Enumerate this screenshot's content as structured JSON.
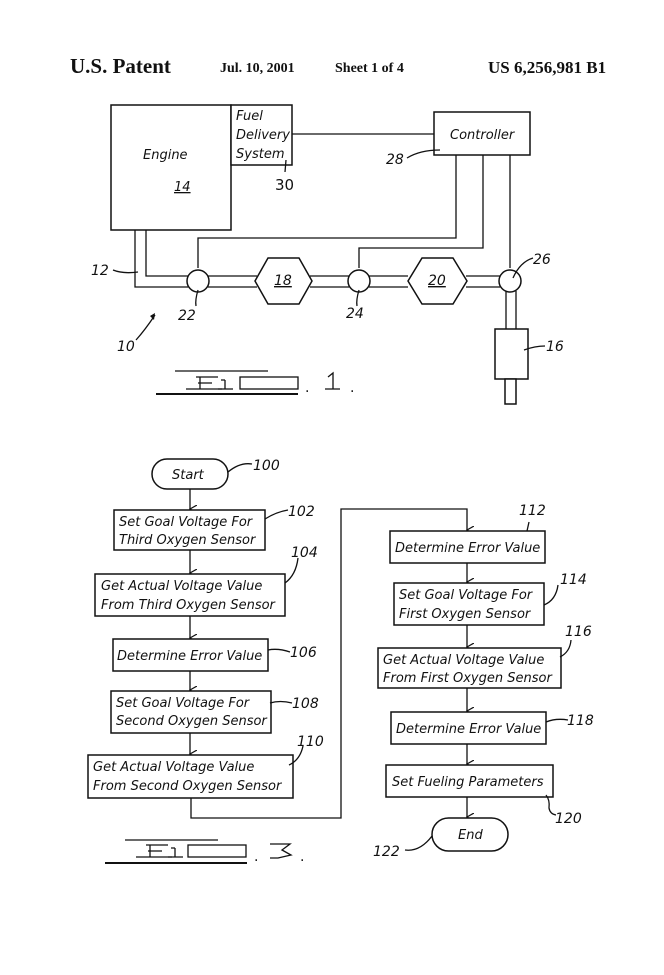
{
  "header": {
    "title": "U.S. Patent",
    "date": "Jul. 10, 2001",
    "sheet": "Sheet 1 of 4",
    "patent_number": "US 6,256,981 B1"
  },
  "fig1": {
    "caption": "FIG. 1.",
    "engine": {
      "label": "Engine",
      "ref": "14"
    },
    "fuel_delivery": {
      "line1": "Fuel",
      "line2": "Delivery",
      "line3": "System",
      "ref": "30"
    },
    "controller": {
      "label": "Controller",
      "ref": "28"
    },
    "catalyst_1": {
      "ref": "18"
    },
    "catalyst_2": {
      "ref": "20"
    },
    "sensor_1": {
      "ref": "22"
    },
    "sensor_2": {
      "ref": "24"
    },
    "sensor_3": {
      "ref": "26"
    },
    "muffler": {
      "ref": "16"
    },
    "exhaust_pipe": {
      "ref": "12"
    },
    "system": {
      "ref": "10"
    }
  },
  "fig3": {
    "caption": "FIG. 3.",
    "start": {
      "label": "Start",
      "ref": "100"
    },
    "steps": [
      {
        "line1": "Set Goal Voltage For",
        "line2": "Third Oxygen Sensor",
        "ref": "102"
      },
      {
        "line1": "Get Actual Voltage Value",
        "line2": "From Third Oxygen Sensor",
        "ref": "104"
      },
      {
        "line1": "Determine Error Value",
        "line2": "",
        "ref": "106"
      },
      {
        "line1": "Set Goal Voltage For",
        "line2": "Second Oxygen Sensor",
        "ref": "108"
      },
      {
        "line1": "Get Actual Voltage Value",
        "line2": "From Second Oxygen Sensor",
        "ref": "110"
      },
      {
        "line1": "Determine Error Value",
        "line2": "",
        "ref": "112"
      },
      {
        "line1": "Set Goal Voltage For",
        "line2": "First Oxygen Sensor",
        "ref": "114"
      },
      {
        "line1": "Get Actual Voltage Value",
        "line2": "From First Oxygen Sensor",
        "ref": "116"
      },
      {
        "line1": "Determine Error Value",
        "line2": "",
        "ref": "118"
      },
      {
        "line1": "Set Fueling Parameters",
        "line2": "",
        "ref": "120"
      }
    ],
    "end": {
      "label": "End",
      "ref": "122"
    }
  }
}
